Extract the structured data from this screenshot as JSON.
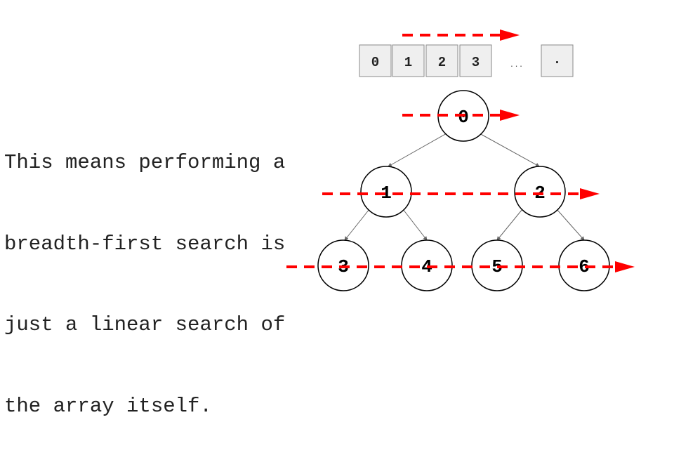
{
  "caption": {
    "lines": [
      "This means performing a",
      "breadth-first search is",
      "just a linear search of",
      "the array itself."
    ]
  },
  "array": {
    "cells": [
      "0",
      "1",
      "2",
      "3"
    ],
    "ellipsis": "...",
    "last_cell": "·"
  },
  "tree": {
    "nodes": [
      "0",
      "1",
      "2",
      "3",
      "4",
      "5",
      "6"
    ],
    "edges": [
      [
        0,
        1
      ],
      [
        0,
        2
      ],
      [
        1,
        3
      ],
      [
        1,
        4
      ],
      [
        2,
        5
      ],
      [
        2,
        6
      ]
    ]
  },
  "colors": {
    "arrow": "#ff0000",
    "node_stroke": "#000000",
    "edge": "#666666",
    "cell_fill": "#efefef",
    "cell_stroke": "#888888",
    "text": "#222222"
  }
}
